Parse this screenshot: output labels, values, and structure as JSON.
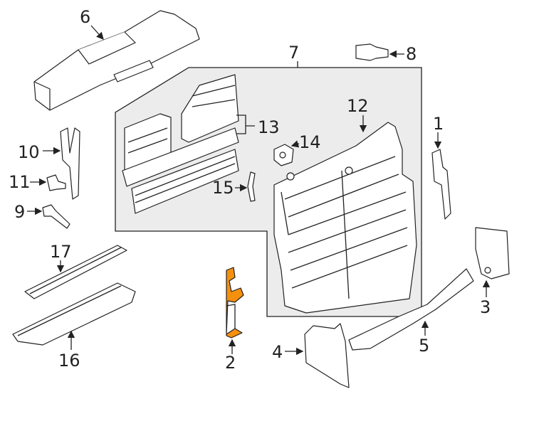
{
  "diagram": {
    "highlight_color": "#f5900e",
    "labels": {
      "p1": "1",
      "p2": "2",
      "p3": "3",
      "p4": "4",
      "p5": "5",
      "p6": "6",
      "p7": "7",
      "p8": "8",
      "p9": "9",
      "p10": "10",
      "p11": "11",
      "p12": "12",
      "p13": "13",
      "p14": "14",
      "p15": "15",
      "p16": "16",
      "p17": "17"
    }
  }
}
